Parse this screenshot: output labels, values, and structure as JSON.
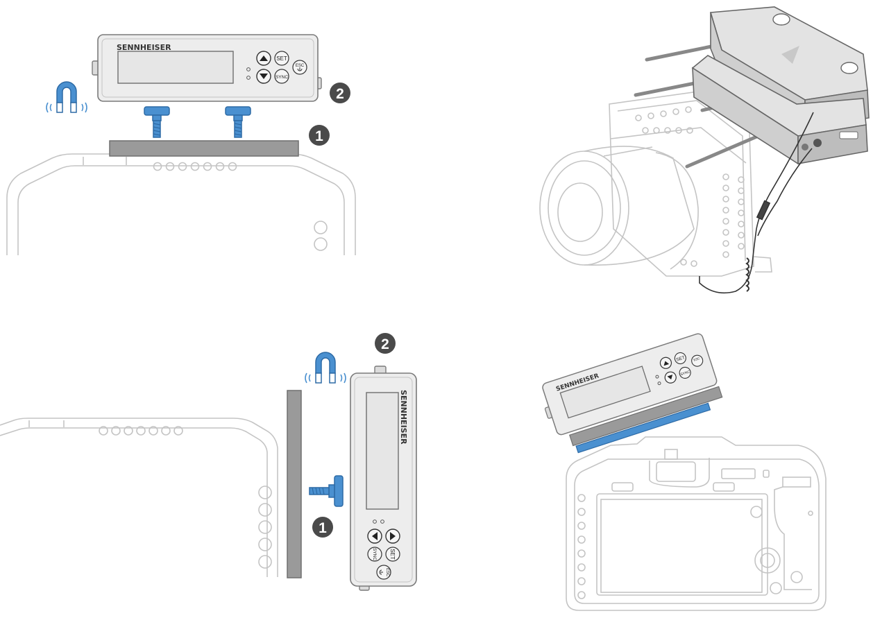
{
  "brand": "SENNHEISER",
  "buttons": {
    "set": "SET",
    "sync": "SYNC",
    "esc": "ESC"
  },
  "steps": [
    "1",
    "2"
  ],
  "colors": {
    "accent_blue": "#4a90d0",
    "device_fill": "#ededed",
    "line_gray": "#bdbdbd",
    "step_badge": "#4a4a4a",
    "plate_gray": "#9a9a9a"
  },
  "icons": [
    "magnet-icon",
    "screw-icon",
    "arrow-up-icon",
    "arrow-down-icon",
    "arrow-left-icon",
    "arrow-right-icon",
    "power-icon",
    "antenna-icon"
  ]
}
